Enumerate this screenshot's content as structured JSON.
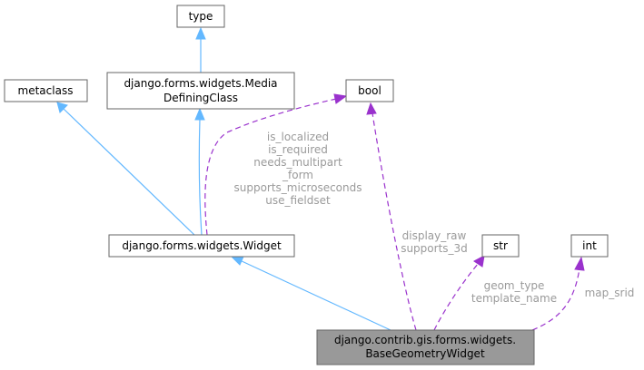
{
  "nodes": {
    "type": {
      "lines": [
        "type"
      ]
    },
    "metaclass": {
      "lines": [
        "metaclass"
      ]
    },
    "media": {
      "lines": [
        "django.forms.widgets.Media",
        "DefiningClass"
      ]
    },
    "bool": {
      "lines": [
        "bool"
      ]
    },
    "widget": {
      "lines": [
        "django.forms.widgets.Widget"
      ]
    },
    "str": {
      "lines": [
        "str"
      ]
    },
    "int": {
      "lines": [
        "int"
      ]
    },
    "base": {
      "lines": [
        "django.contrib.gis.forms.widgets.",
        "BaseGeometryWidget"
      ]
    }
  },
  "edge_labels": {
    "widget_bool": [
      "is_localized",
      "is_required",
      "needs_multipart",
      "_form",
      "supports_microseconds",
      "use_fieldset"
    ],
    "base_bool": [
      "display_raw",
      "supports_3d"
    ],
    "base_str": [
      "geom_type",
      "template_name"
    ],
    "base_int": [
      "map_srid"
    ]
  },
  "colors": {
    "inheritance_edge": "#63b8ff",
    "usage_edge": "#9a32cd",
    "focus_node_fill": "#999999",
    "node_border": "#666666",
    "edge_label_text": "#9a9a9a"
  }
}
